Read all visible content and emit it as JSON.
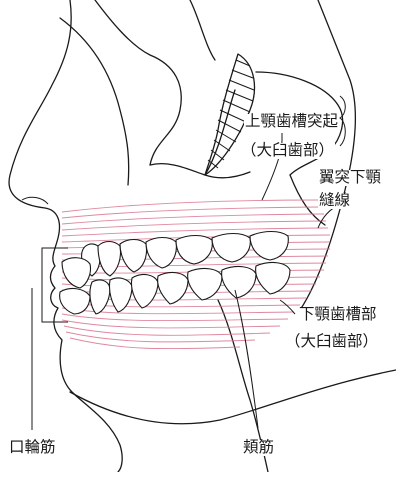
{
  "labels": {
    "maxillary_alveolar": "上顎歯槽突起",
    "maxillary_molar": "（大臼歯部）",
    "pterygomandibular_1": "翼突下顎",
    "pterygomandibular_2": "縫線",
    "mandibular_alveolar": "下顎歯槽部",
    "mandibular_molar": "（大臼歯部）",
    "orbicularis_oris": "口輪筋",
    "buccinator": "頬筋"
  },
  "colors": {
    "outline": "#1a1a1a",
    "muscle": "#d9738c",
    "background": "#ffffff"
  }
}
